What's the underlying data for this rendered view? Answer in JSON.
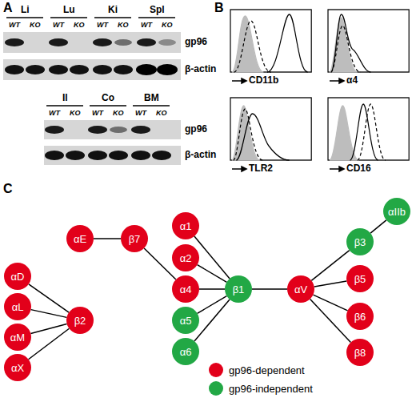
{
  "diagram": {
    "nodes": [
      {
        "text": [
          "αD"
        ]
      },
      {
        "text": [
          "αL"
        ]
      },
      {
        "text": [
          "αM"
        ]
      },
      {
        "text": [
          "αX"
        ]
      },
      {
        "text": [
          "β2"
        ]
      },
      {
        "text": [
          "αE"
        ]
      },
      {
        "text": [
          "β7"
        ]
      },
      {
        "text": [
          "α1"
        ]
      },
      {
        "text": [
          "α2"
        ]
      },
      {
        "text": [
          "α4"
        ]
      },
      {
        "text": [
          "α5"
        ]
      },
      {
        "text": [
          "α6"
        ]
      },
      {
        "text": [
          "β1"
        ]
      },
      {
        "text": [
          "αV"
        ]
      },
      {
        "text": [
          "αIIb"
        ]
      },
      {
        "text": [
          "β3"
        ]
      },
      {
        "text": [
          "β5"
        ]
      },
      {
        "text": [
          "β6"
        ]
      },
      {
        "text": [
          "β8"
        ]
      }
    ],
    "edges": [
      {
        "from": 0,
        "to": 4,
        "arrow": "none"
      },
      {
        "from": 1,
        "to": 4,
        "arrow": "none"
      },
      {
        "from": 2,
        "to": 4,
        "arrow": "none"
      },
      {
        "from": 3,
        "to": 4,
        "arrow": "none"
      },
      {
        "from": 5,
        "to": 6,
        "arrow": "none"
      },
      {
        "from": 6,
        "to": 9,
        "arrow": "none"
      },
      {
        "from": 7,
        "to": 12,
        "arrow": "none"
      },
      {
        "from": 8,
        "to": 12,
        "arrow": "none"
      },
      {
        "from": 9,
        "to": 12,
        "arrow": "none"
      },
      {
        "from": 10,
        "to": 12,
        "arrow": "none"
      },
      {
        "from": 11,
        "to": 12,
        "arrow": "none"
      },
      {
        "from": 12,
        "to": 13,
        "arrow": "none"
      },
      {
        "from": 13,
        "to": 15,
        "arrow": "none"
      },
      {
        "from": 13,
        "to": 16,
        "arrow": "none"
      },
      {
        "from": 13,
        "to": 17,
        "arrow": "none"
      },
      {
        "from": 13,
        "to": 18,
        "arrow": "none"
      },
      {
        "from": 15,
        "to": 14,
        "arrow": "none"
      }
    ],
    "labels": [
      "A",
      "Li",
      "Lu",
      "Ki",
      "Spl",
      "WT",
      "KO",
      "WT",
      "KO",
      "WT",
      "KO",
      "WT",
      "KO",
      "gp96",
      "β-actin",
      "Il",
      "Co",
      "BM",
      "WT",
      "KO",
      "WT",
      "KO",
      "WT",
      "KO",
      "gp96",
      "β-actin",
      "B",
      "CD11b",
      "α4",
      "TLR2",
      "CD16",
      "C"
    ],
    "legend": [
      {
        "text": "gp96-dependent",
        "color": "#e2001a"
      },
      {
        "text": "gp96-independent",
        "color": "#22a845"
      }
    ]
  }
}
